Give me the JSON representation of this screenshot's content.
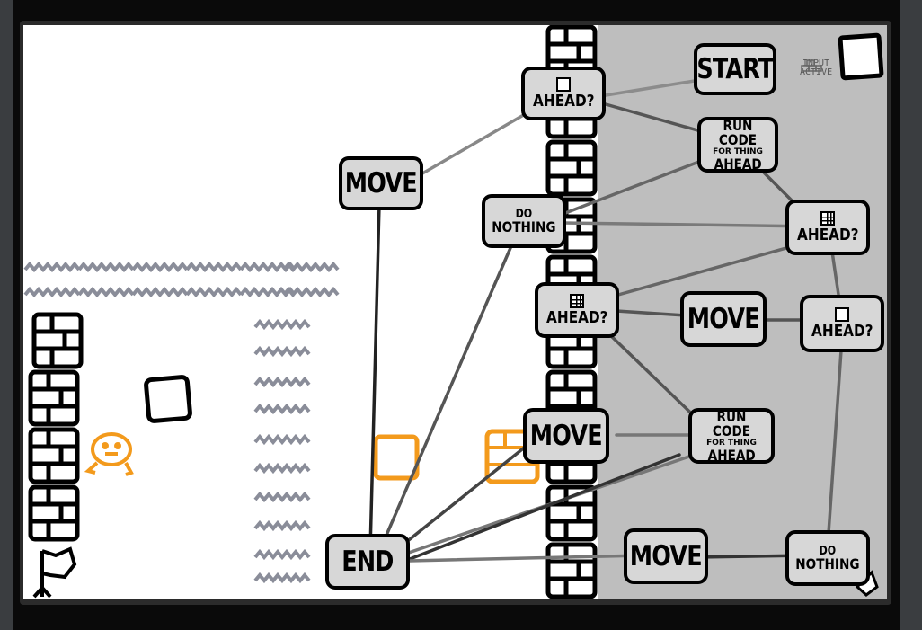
{
  "nodes": {
    "start": "START",
    "ahead_empty_top": "AHEAD?",
    "run_code_top": [
      "RUN CODE",
      "FOR THING",
      "AHEAD"
    ],
    "move_top": "MOVE",
    "do_nothing_mid": [
      "DO",
      "NOTHING"
    ],
    "ahead_wall_right": "AHEAD?",
    "ahead_wall_mid": "AHEAD?",
    "move_mid": "MOVE",
    "ahead_empty_right": "AHEAD?",
    "move_lower": "MOVE",
    "run_code_lower": [
      "RUN CODE",
      "FOR THING",
      "AHEAD"
    ],
    "end": "END",
    "move_bottom": "MOVE",
    "do_nothing_bottom": [
      "DO",
      "NOTHING"
    ]
  },
  "hud": {
    "input_label": [
      "INPUT",
      "ACTIVE"
    ]
  },
  "colors": {
    "background": "#0a0a0a",
    "panel": "#bebebe",
    "node_fill": "#d7d7d7",
    "orange": "#f39a1c",
    "wave": "#8a8d99",
    "outline": "#000000"
  },
  "icons": [
    "wall-brick-icon",
    "empty-square-icon",
    "player-icon",
    "flag-icon",
    "cursor-icon"
  ]
}
